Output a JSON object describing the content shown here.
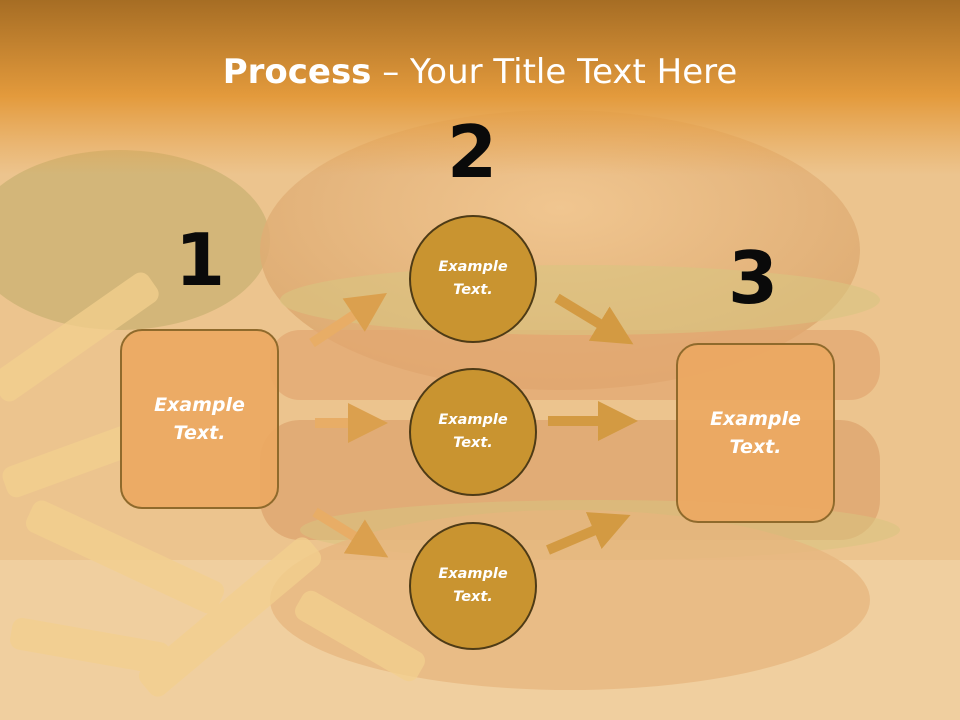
{
  "title": {
    "bold": "Process",
    "rest": " – Your Title Text Here"
  },
  "steps": [
    {
      "number": "1",
      "text": "Example Text."
    },
    {
      "number": "2"
    },
    {
      "number": "3",
      "text": "Example Text."
    }
  ],
  "circles": [
    {
      "text": "Example Text."
    },
    {
      "text": "Example Text."
    },
    {
      "text": "Example Text."
    }
  ],
  "colors": {
    "header": "#e0973a",
    "box": "#eca862",
    "circle": "#c99430",
    "arrow": "#dba04e"
  },
  "background": "burger-and-fries-photo"
}
